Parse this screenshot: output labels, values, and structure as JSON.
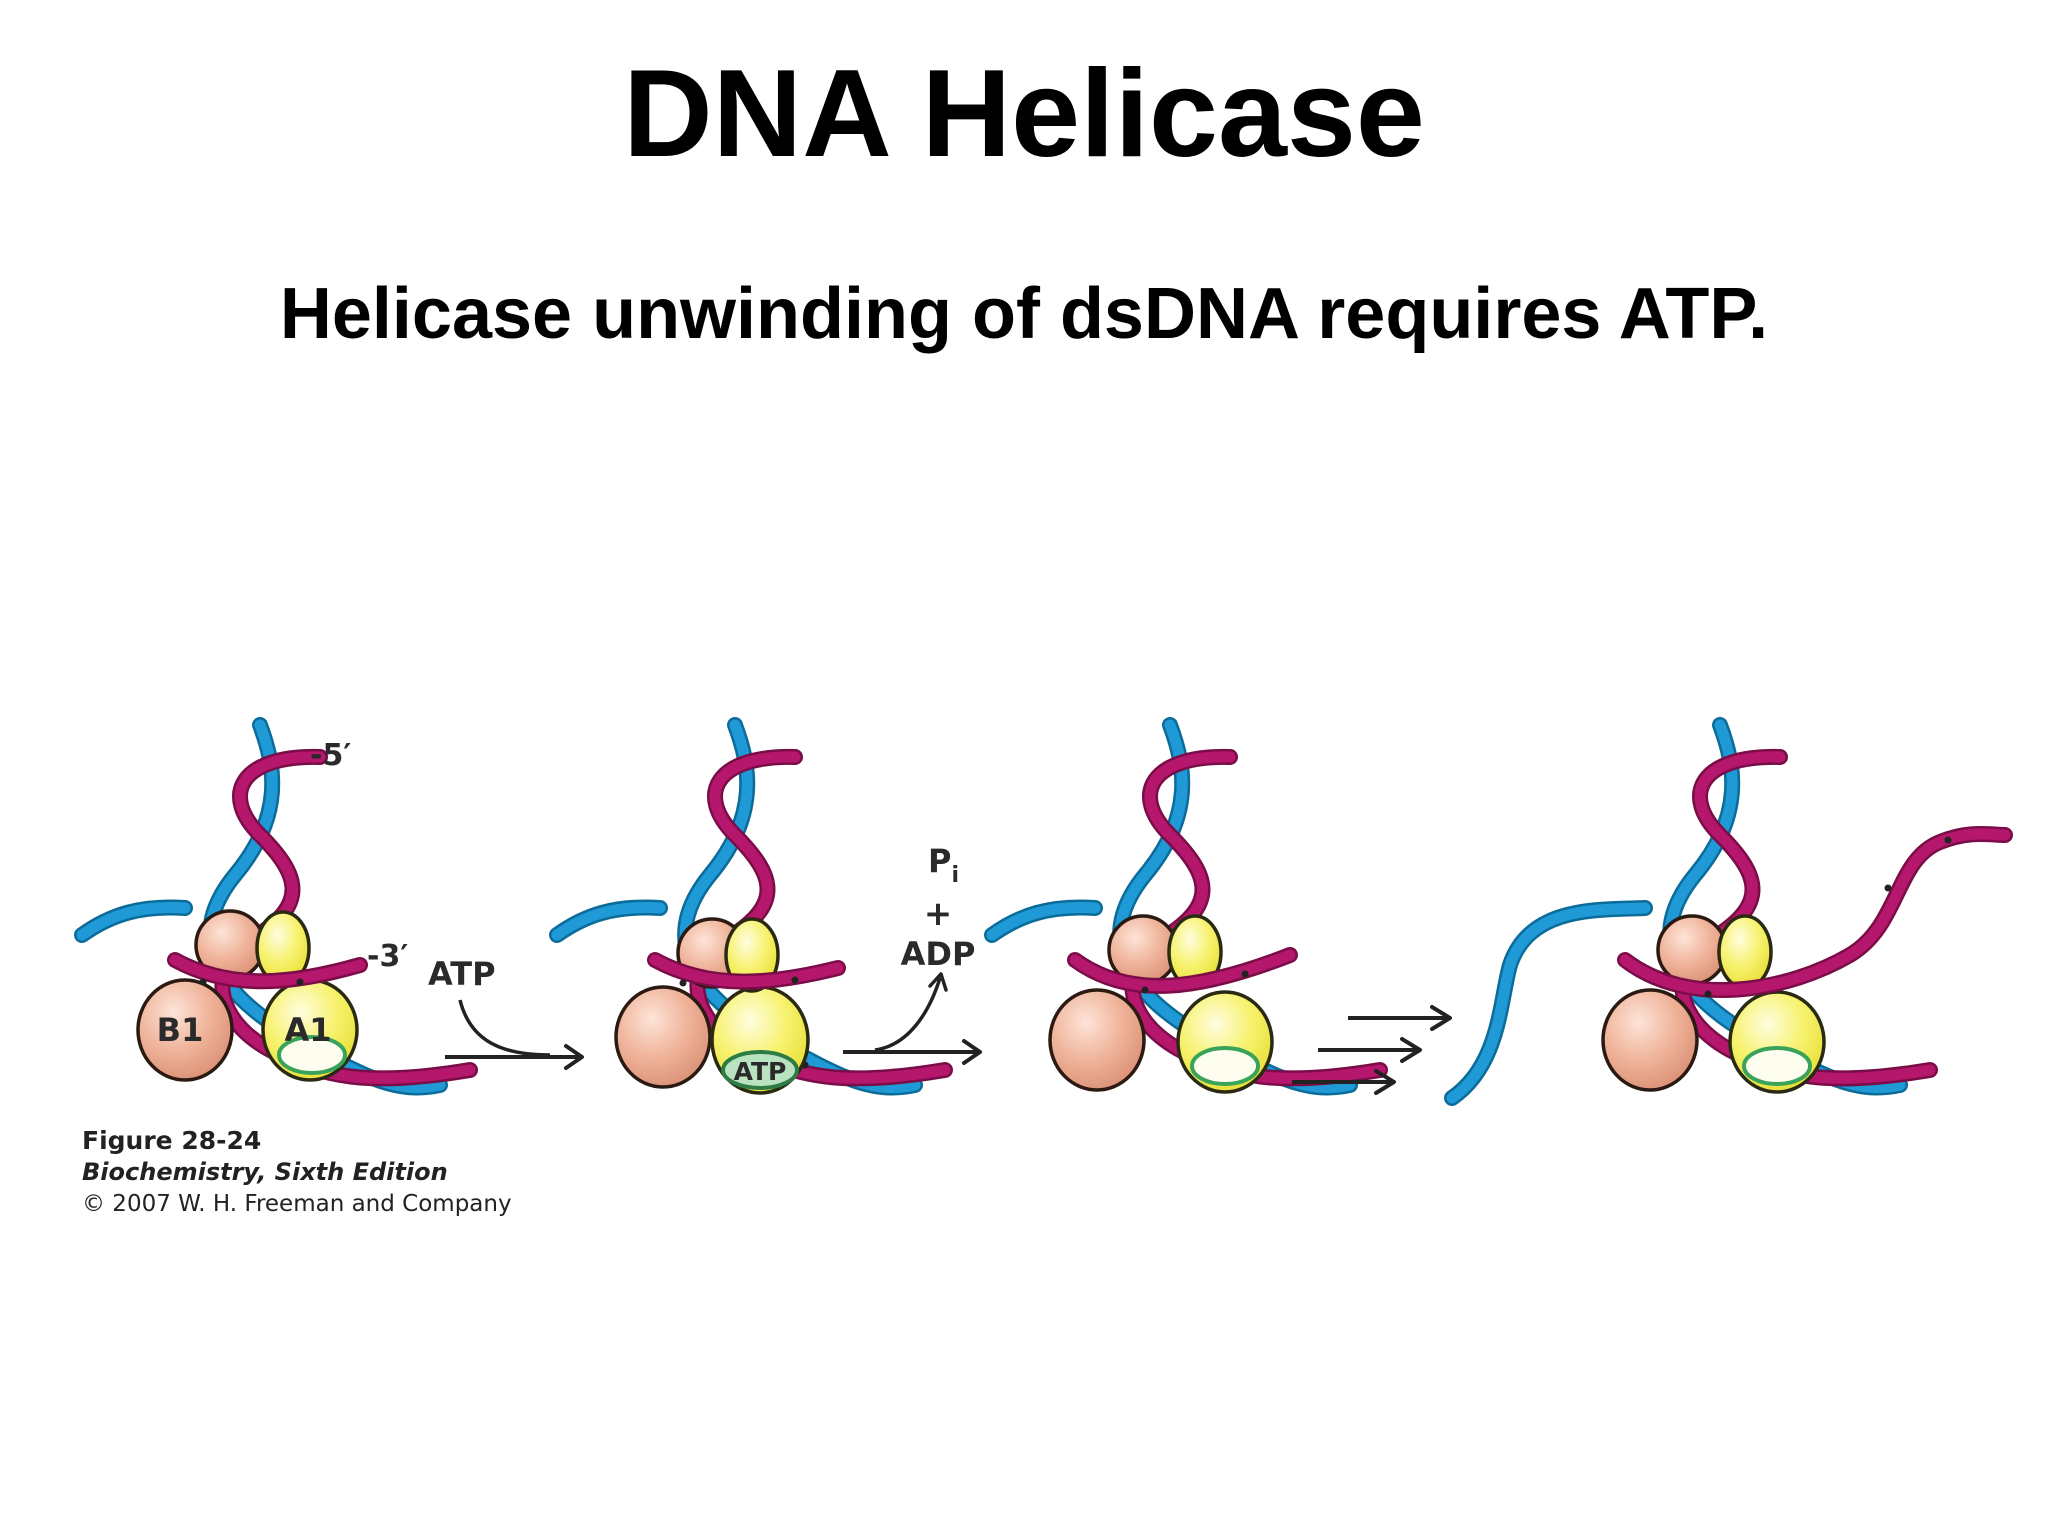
{
  "slide": {
    "title": "DNA Helicase",
    "subtitle": "Helicase unwinding of dsDNA requires ATP."
  },
  "diagram": {
    "labels": {
      "five_prime": "-5′",
      "three_prime": "-3′",
      "subunit_b": "B1",
      "subunit_a": "A1",
      "atp_input": "ATP",
      "atp_bound": "ATP",
      "pi": "P",
      "pi_subscript": "i",
      "plus": "+",
      "adp": "ADP"
    },
    "colors": {
      "strand_blue": "#1f9ad6",
      "strand_magenta": "#b5176d",
      "domain_salmon": "#eba98f",
      "domain_yellow": "#f3ef5a",
      "site_green": "#3aa35a"
    }
  },
  "caption": {
    "figure": "Figure 28-24",
    "book": "Biochemistry, Sixth Edition",
    "copyright": "© 2007 W. H. Freeman and Company"
  }
}
